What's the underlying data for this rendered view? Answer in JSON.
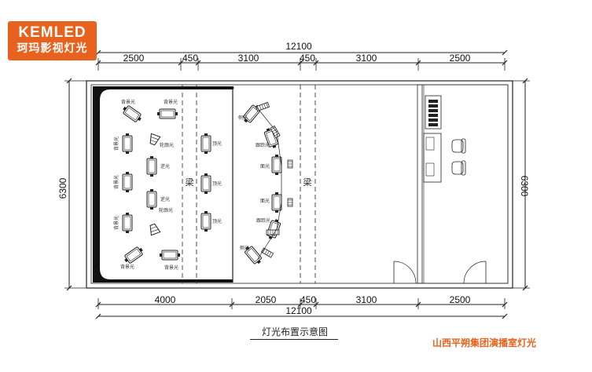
{
  "logo": {
    "brand": "KEMLED",
    "sub": "珂玛影视灯光"
  },
  "caption": "灯光布置示意图",
  "project_title": "山西平朔集团演播室灯光",
  "dimensions": {
    "total_width": "12100",
    "total_height": "6300",
    "top_segments": [
      "2500",
      "450",
      "3100",
      "450",
      "3100",
      "2500"
    ],
    "bottom_segments": [
      "4000",
      "2050",
      "450",
      "3100",
      "2500"
    ]
  },
  "beam_label": "梁",
  "lights": {
    "backlight": "背景光",
    "outline": "轮廓光",
    "backfill": "逆光",
    "top": "顶光",
    "side": "侧光",
    "follow": "跟踪光",
    "face": "面光"
  },
  "colors": {
    "brand": "#e8621e",
    "line": "#222222"
  }
}
